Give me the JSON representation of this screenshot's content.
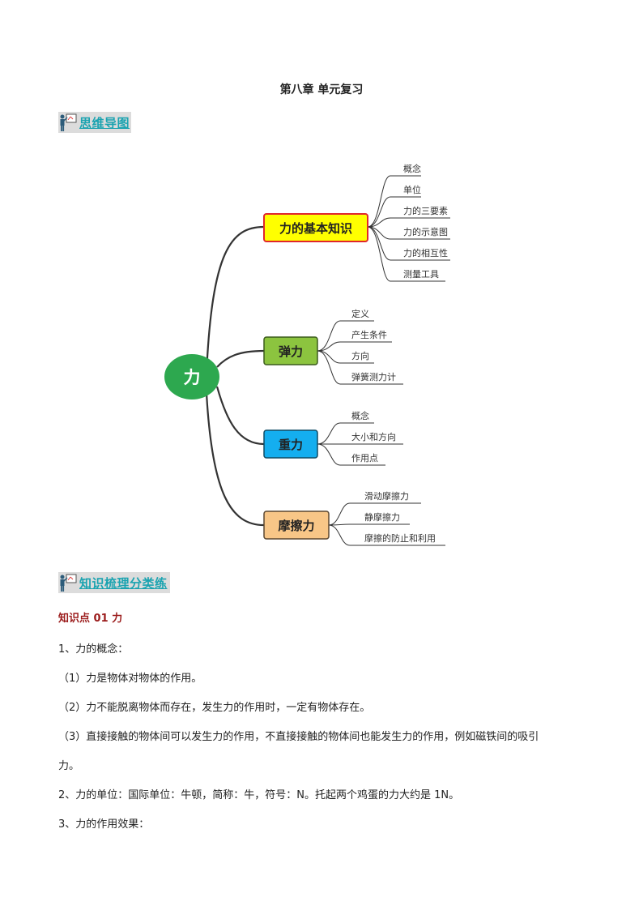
{
  "page": {
    "title": "第八章 单元复习",
    "section1": {
      "label": "思维导图"
    },
    "section2": {
      "label": "知识梳理分类练"
    }
  },
  "mindmap": {
    "root": "力",
    "colors": {
      "root": "#2da84f",
      "b1": "#ffff00",
      "b1_border": "#e0262c",
      "b2": "#8cc43f",
      "b3": "#14aeef",
      "b4": "#f8c687"
    },
    "branches": [
      {
        "label": "力的基本知识",
        "items": [
          "概念",
          "单位",
          "力的三要素",
          "力的示意图",
          "力的相互性",
          "测量工具"
        ]
      },
      {
        "label": "弹力",
        "items": [
          "定义",
          "产生条件",
          "方向",
          "弹簧测力计"
        ]
      },
      {
        "label": "重力",
        "items": [
          "概念",
          "大小和方向",
          "作用点"
        ]
      },
      {
        "label": "摩擦力",
        "items": [
          "滑动摩擦力",
          "静摩擦力",
          "摩擦的防止和利用"
        ]
      }
    ]
  },
  "content": {
    "knowledge_point": "知识点 01 力",
    "lines": [
      "1、力的概念：",
      "（1）力是物体对物体的作用。",
      "（2）力不能脱离物体而存在，发生力的作用时，一定有物体存在。",
      "（3）直接接触的物体间可以发生力的作用，不直接接触的物体间也能发生力的作用，例如磁铁间的吸引",
      "力。",
      "2、力的单位：国际单位：牛顿，简称：牛，符号：N。托起两个鸡蛋的力大约是 1N。",
      "3、力的作用效果："
    ]
  }
}
